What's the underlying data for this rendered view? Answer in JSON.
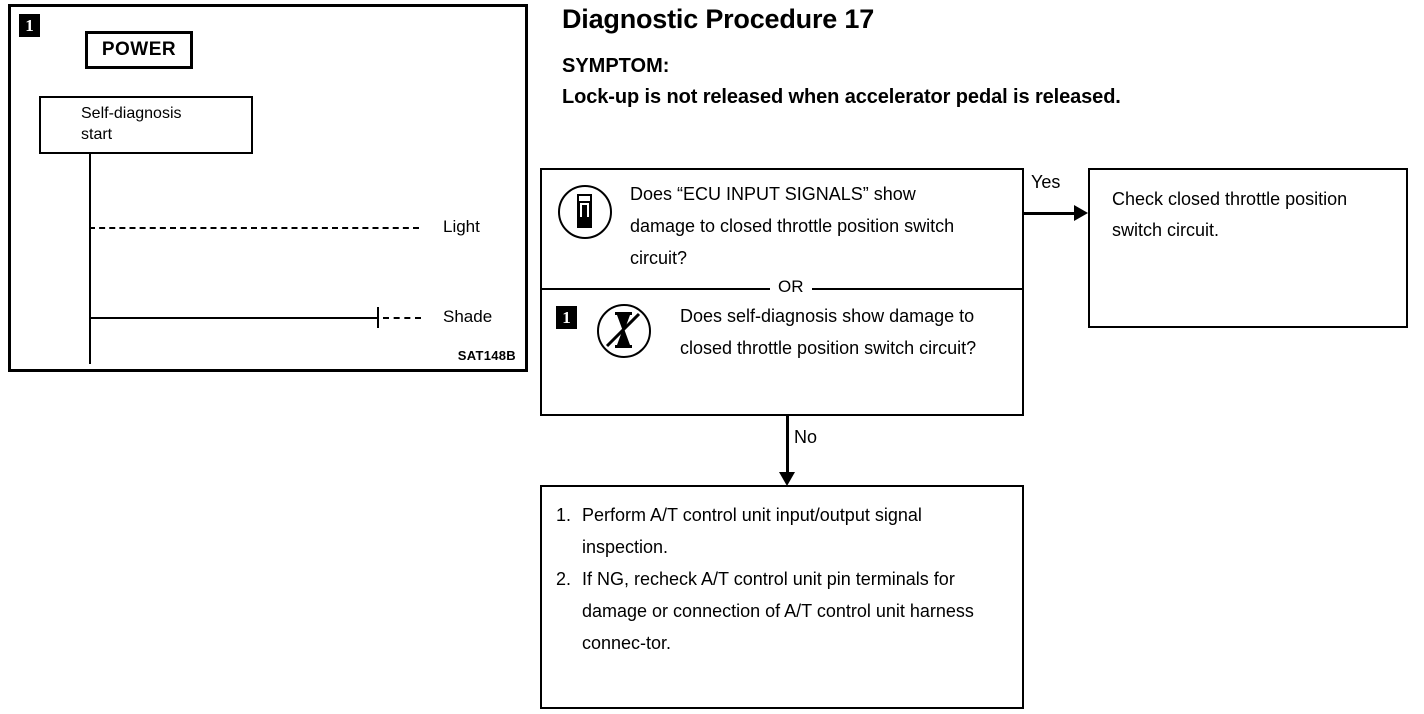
{
  "illustration": {
    "badge": "1",
    "power_label": "POWER",
    "selfdiag_label": "Self-diagnosis\nstart",
    "trace_light_label": "Light",
    "trace_shade_label": "Shade",
    "figure_code": "SAT148B",
    "icons": {
      "badge": "step-number-badge"
    }
  },
  "header": {
    "title": "Diagnostic Procedure 17",
    "symptom_label": "SYMPTOM:",
    "symptom_text": "Lock-up is not released when accelerator pedal is released."
  },
  "flowchart": {
    "decision": {
      "question_1": "Does “ECU INPUT SIGNALS” show damage to closed throttle position switch circuit?",
      "or_label": "OR",
      "badge": "1",
      "question_2": "Does self-diagnosis show damage to closed throttle position switch circuit?",
      "icon_1": "consult-tool-icon",
      "icon_2": "no-consult-hourglass-icon"
    },
    "yes_branch": {
      "label": "Yes",
      "result": "Check closed throttle position switch circuit."
    },
    "no_branch": {
      "label": "No",
      "actions": [
        {
          "number": "1.",
          "text": "Perform A/T control unit input/output signal inspection."
        },
        {
          "number": "2.",
          "text": "If NG, recheck A/T control unit pin terminals for damage or connection of A/T control unit harness connec-tor."
        }
      ]
    }
  },
  "colors": {
    "ink": "#000000",
    "paper": "#ffffff"
  }
}
